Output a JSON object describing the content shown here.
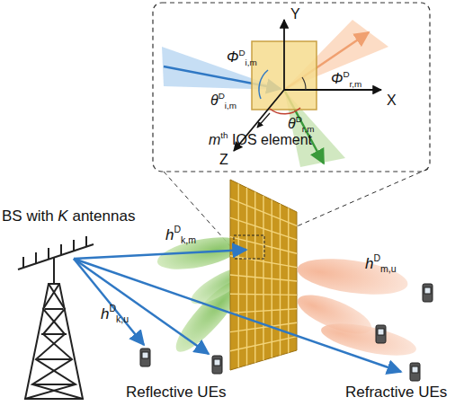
{
  "diagram": {
    "labels": [
      "Y",
      "ΦDi,m",
      "X",
      "ΦDr,m",
      "θDi,m",
      "Z",
      "θDr,m",
      "mth IOS element",
      "BS with K antennas",
      "hDk,m",
      "hDm,u",
      "hDk,u",
      "Reflective UEs",
      "Refractive UEs"
    ]
  }
}
